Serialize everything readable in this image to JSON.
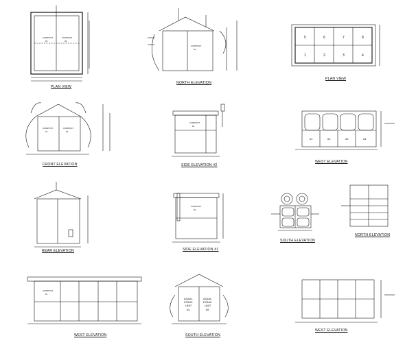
{
  "captions": {
    "plan_view_1": "PLAN VIEW",
    "north_elevation": "NORTH ELEVATION",
    "plan_view_2": "PLAN VIEW",
    "front_elevation": "FRONT ELEVATION",
    "side_elevation_2": "SIDE ELEVATION #2",
    "west_elevation_1": "WEST ELEVATION",
    "rear_elevation": "REAR ELEVATION",
    "side_elevation_1": "SIDE ELEVATION #1",
    "south_elevation_1": "SOUTH ELEVATION",
    "north_elevation_2": "NORTH ELEVATION",
    "west_elevation_2": "WEST ELEVATION",
    "south_elevation_2": "SOUTH ELEVATION",
    "west_elevation_3": "WEST ELEVATION"
  },
  "labels": {
    "compost": "COMPOST",
    "bin_a": "#1",
    "bin_b": "#2",
    "aquaponic": "AQUA-",
    "aquaponic2": "PONIC",
    "unit": "UNIT",
    "unit_a": "#4",
    "unit_b": "#5"
  },
  "plan_view_cells": {
    "top_row": [
      "5",
      "6",
      "7",
      "8"
    ],
    "bottom_row": [
      "1",
      "2",
      "3",
      "4"
    ]
  },
  "west_bins": [
    "#1",
    "#2",
    "#3",
    "#4"
  ]
}
